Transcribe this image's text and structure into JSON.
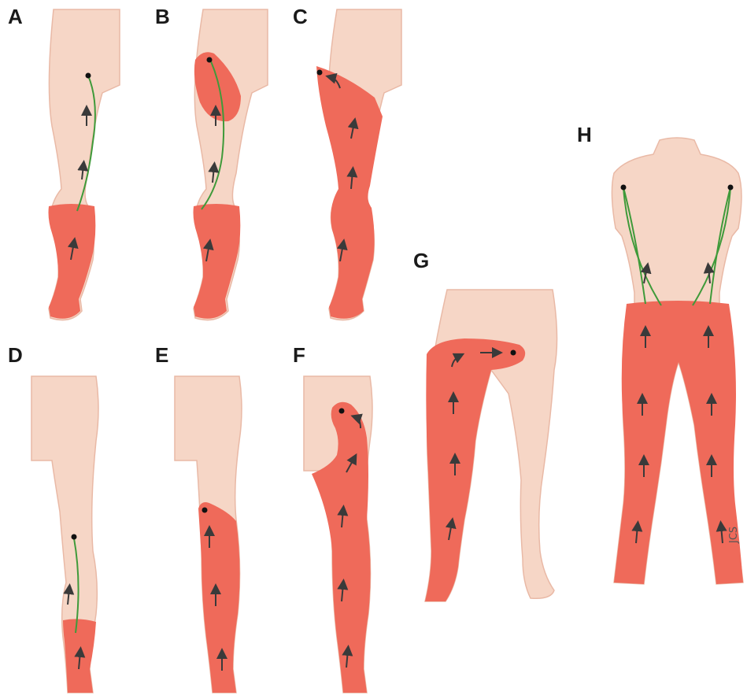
{
  "colors": {
    "skin": "#f6d6c6",
    "skin_shade": "#e9b9a6",
    "lymph_region": "#ef6a5a",
    "lymph_vessel": "#3f9a3a",
    "arrow": "#3a3a3a",
    "node": "#111111"
  },
  "figure": {
    "signature_text": "JCS",
    "panels": [
      {
        "id": "A",
        "label": "A",
        "view": "anterior-leg",
        "drainage": "lower-leg-to-groin-vessel",
        "node": "inguinal"
      },
      {
        "id": "B",
        "label": "B",
        "view": "anterior-leg",
        "drainage": "lower-leg-and-thigh-patch-to-groin-vessel",
        "node": "inguinal"
      },
      {
        "id": "C",
        "label": "C",
        "view": "anterior-leg",
        "drainage": "whole-leg-to-groin",
        "node": "inguinal"
      },
      {
        "id": "D",
        "label": "D",
        "view": "posterior-leg",
        "drainage": "heel-to-popliteal-vessel",
        "node": "popliteal"
      },
      {
        "id": "E",
        "label": "E",
        "view": "posterior-leg",
        "drainage": "calf-to-popliteal",
        "node": "popliteal"
      },
      {
        "id": "F",
        "label": "F",
        "view": "posterior-leg",
        "drainage": "leg-and-buttock-to-gluteal",
        "node": "gluteal"
      },
      {
        "id": "G",
        "label": "G",
        "view": "anterior-lower-body",
        "drainage": "one-leg-to-groin",
        "node": "inguinal"
      },
      {
        "id": "H",
        "label": "H",
        "view": "anterior-torso-and-legs",
        "drainage": "both-legs-to-axilla-vessels",
        "node": "axillary"
      }
    ]
  }
}
